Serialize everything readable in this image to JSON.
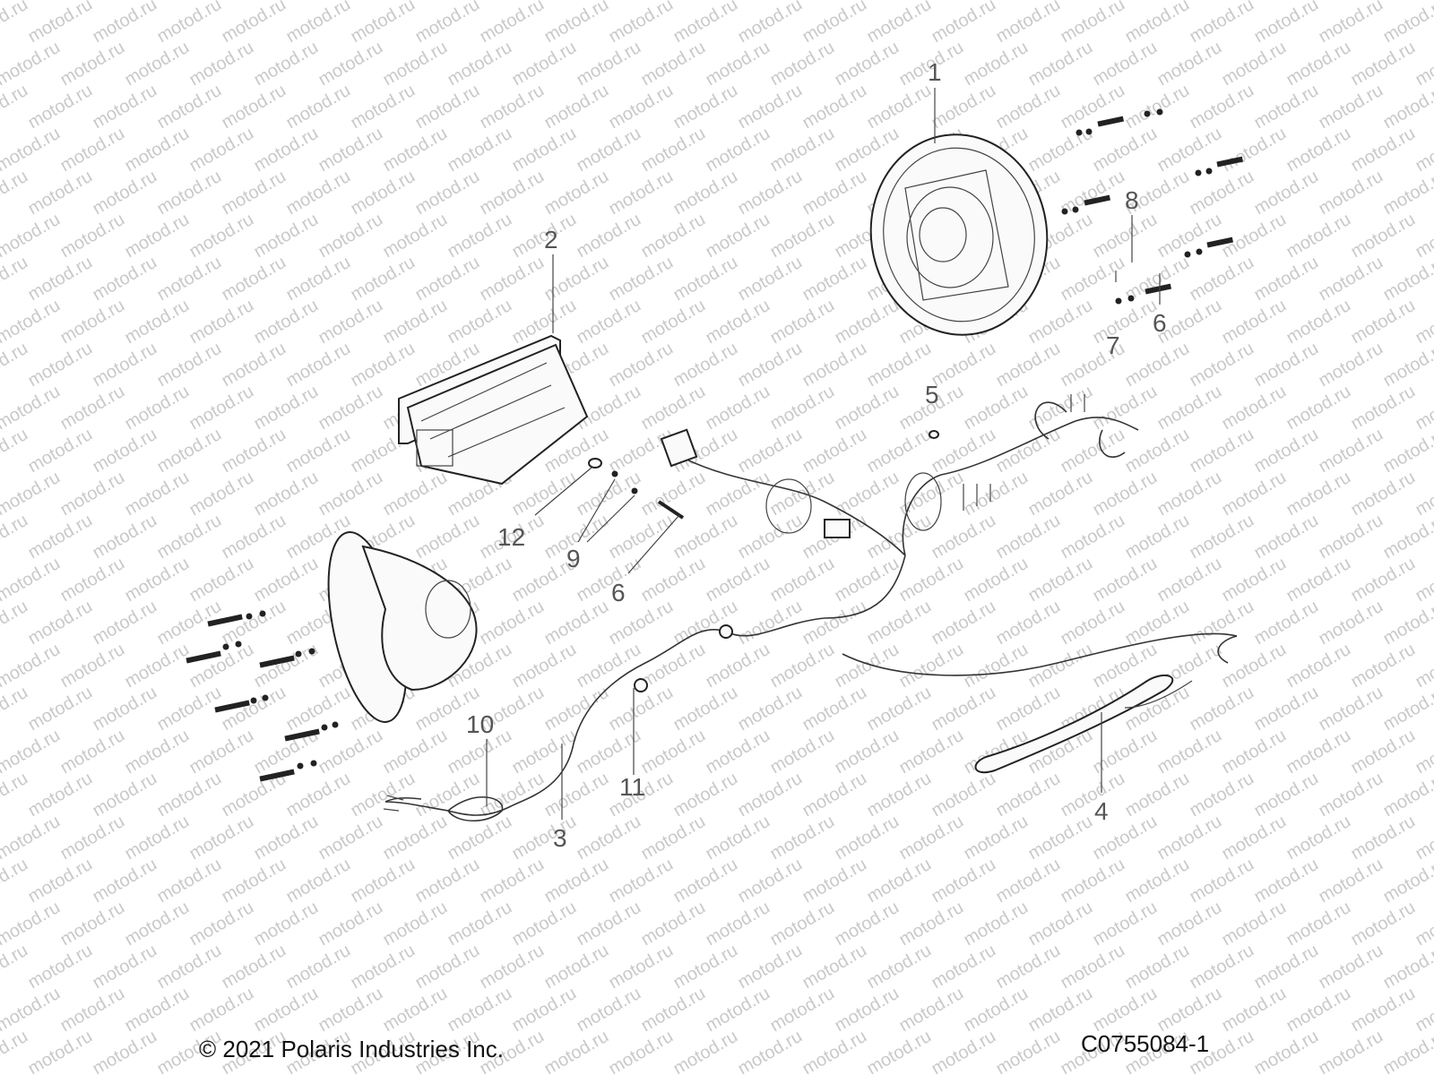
{
  "watermark": "motod.ru",
  "callouts": [
    {
      "id": "1",
      "label": "1"
    },
    {
      "id": "2",
      "label": "2"
    },
    {
      "id": "3",
      "label": "3"
    },
    {
      "id": "4",
      "label": "4"
    },
    {
      "id": "5",
      "label": "5"
    },
    {
      "id": "6a",
      "label": "6"
    },
    {
      "id": "6b",
      "label": "6"
    },
    {
      "id": "7",
      "label": "7"
    },
    {
      "id": "8",
      "label": "8"
    },
    {
      "id": "9",
      "label": "9"
    },
    {
      "id": "10",
      "label": "10"
    },
    {
      "id": "11",
      "label": "11"
    },
    {
      "id": "12",
      "label": "12"
    }
  ],
  "footer": {
    "copyright": "© 2021 Polaris Industries Inc.",
    "drawing_id": "C0755084-1"
  }
}
